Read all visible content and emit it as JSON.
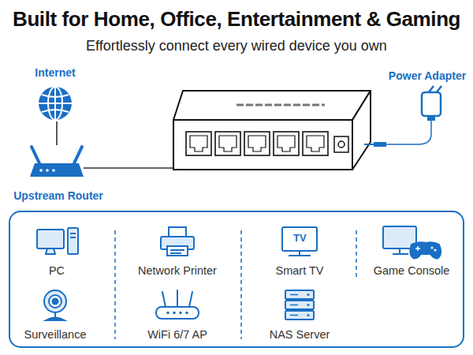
{
  "diagram": {
    "title": "Built for Home, Office, Entertainment & Gaming",
    "nodes": [
      {
        "text": [
          "Internet"
        ]
      },
      {
        "text": [
          "Upstream Router"
        ]
      },
      {
        "text": [
          "Power Adapter"
        ]
      },
      {
        "text": [
          "PC"
        ]
      },
      {
        "text": [
          "Network Printer"
        ]
      },
      {
        "text": [
          "Smart TV"
        ]
      },
      {
        "text": [
          "Game Console"
        ]
      },
      {
        "text": [
          "Surveillance"
        ]
      },
      {
        "text": [
          "WiFi 6/7 AP"
        ]
      },
      {
        "text": [
          "NAS Server"
        ]
      }
    ],
    "edges": [
      {
        "from": 0,
        "to": 1,
        "arrow": "none"
      }
    ],
    "labels": [
      "Effortlessly connect every wired device you own",
      "TV"
    ]
  }
}
